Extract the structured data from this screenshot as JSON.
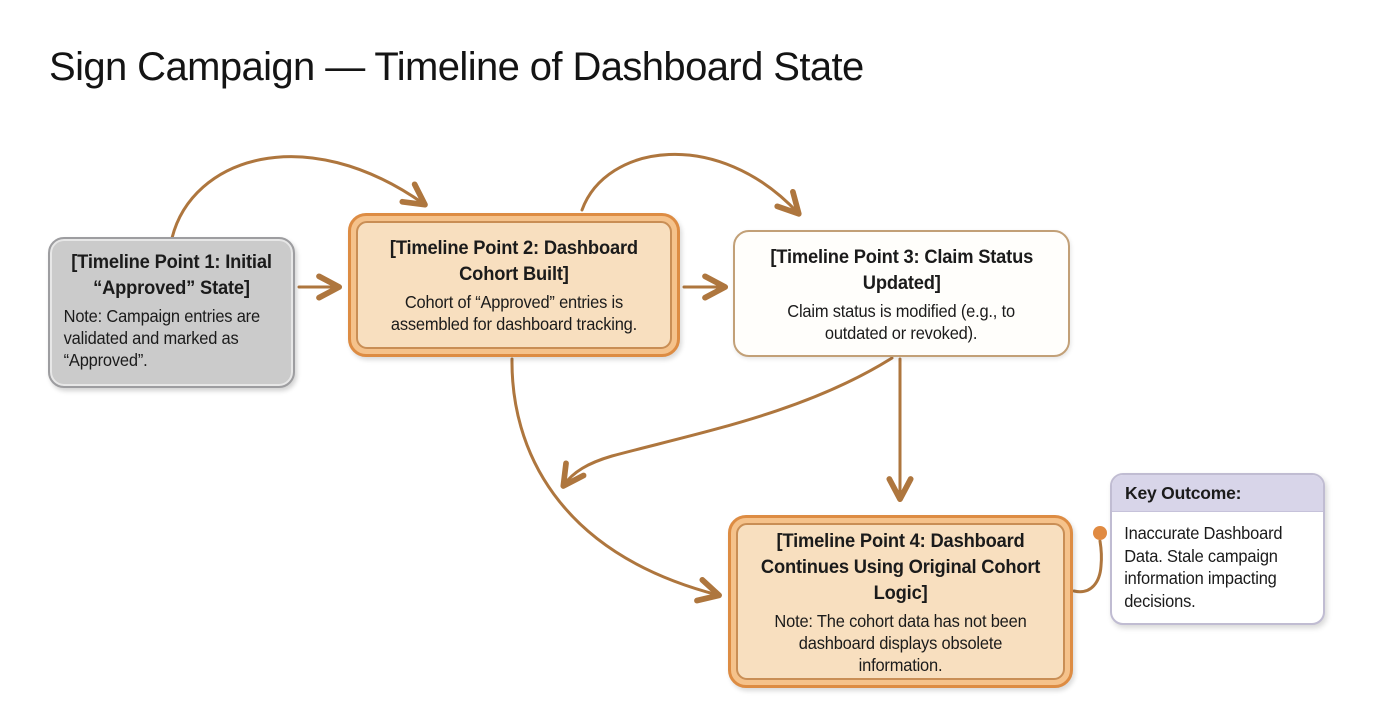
{
  "title": "Sign Campaign — Timeline of Dashboard State",
  "nodes": {
    "point1": {
      "title": "[Timeline Point 1: Initial\n“Approved” State]",
      "body": "Note: Campaign entries are\nvalidated and marked as\n“Approved”."
    },
    "point2": {
      "title": "[Timeline Point 2: Dashboard\nCohort Built]",
      "body": "Cohort of “Approved” entries is\nassembled for dashboard tracking."
    },
    "point3": {
      "title": "[Timeline Point 3: Claim Status\nUpdated]",
      "body": "Claim status is modified (e.g., to\noutdated or revoked)."
    },
    "point4": {
      "title": "[Timeline Point 4: Dashboard\nContinues Using Original Cohort\nLogic]",
      "body": "Note: The cohort data has not been\ndashboard displays obsolete information."
    }
  },
  "key_outcome": {
    "label": "Key Outcome:",
    "body": "Inaccurate Dashboard\nData. Stale campaign\ninformation impacting\ndecisions."
  },
  "edges": [
    {
      "from": "point1",
      "to": "point2",
      "style": "arc-over-top"
    },
    {
      "from": "point1",
      "to": "point2",
      "style": "straight-right"
    },
    {
      "from": "point2",
      "to": "point3",
      "style": "arc-over-top"
    },
    {
      "from": "point2",
      "to": "point3",
      "style": "straight-right"
    },
    {
      "from": "point2",
      "to": "point4",
      "style": "long-curve-down-right"
    },
    {
      "from": "point3",
      "to": "point2-point4-curve",
      "style": "curve-back-left"
    },
    {
      "from": "point3",
      "to": "point4",
      "style": "straight-down"
    },
    {
      "from": "point4",
      "to": "key_outcome",
      "style": "hook-connector-with-dot"
    }
  ],
  "colors": {
    "arrow": "#ae763e",
    "highlight_border": "#dd8c43",
    "highlight_ring": "#f5c28b",
    "highlight_fill": "#f8dfbf",
    "plain_fill": "#cbcbcb",
    "plain_border": "#9d9da0",
    "outline_border": "#c2a077",
    "outcome_header": "#d8d5e9",
    "connector_dot": "#e08a41",
    "background": "#ffffff"
  }
}
